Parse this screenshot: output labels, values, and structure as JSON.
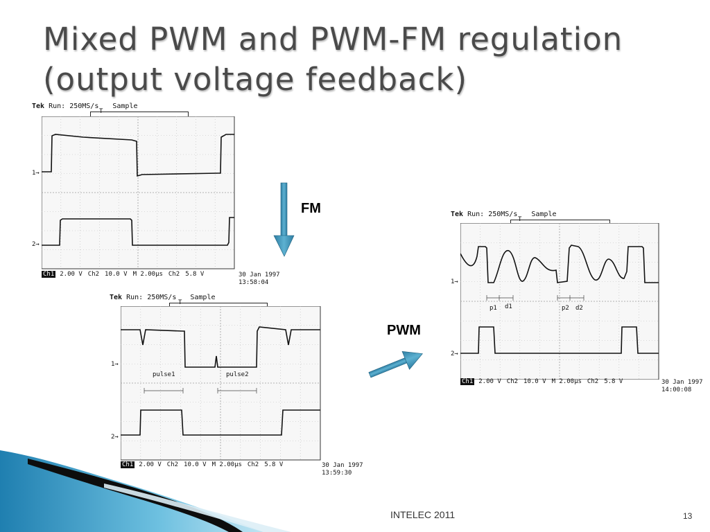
{
  "slide": {
    "title_line1": "Mixed PWM and PWM-FM regulation",
    "title_line2": "(output voltage feedback)",
    "fm_label": "FM",
    "pwm_label": "PWM",
    "footer_center": "INTELEC 2011",
    "page_number": "13"
  },
  "colors": {
    "title": "#4a4a4a",
    "arrow": "#3a8fb0",
    "deco_blue": "#2a8cb8"
  },
  "scopes": {
    "top_left": {
      "header_tek": "Tek",
      "header_run": "Run: 250MS/s",
      "header_mode": "Sample",
      "trigger_mark": "T",
      "ch1_marker": "1→",
      "ch2_marker": "2→",
      "ch1": "Ch1",
      "ch1_scale": "2.00 V",
      "ch2": "Ch2",
      "ch2_scale": "10.0 V",
      "timebase": "M 2.00µs",
      "trig_src": "Ch2",
      "trig_level": "5.8 V",
      "date": "30 Jan 1997",
      "time": "13:58:04"
    },
    "bottom_middle": {
      "header_tek": "Tek",
      "header_run": "Run: 250MS/s",
      "header_mode": "Sample",
      "trigger_mark": "T",
      "ch1_marker": "1→",
      "ch2_marker": "2→",
      "pulse1": "pulse1",
      "pulse2": "pulse2",
      "ch1": "Ch1",
      "ch1_scale": "2.00 V",
      "ch2": "Ch2",
      "ch2_scale": "10.0 V",
      "timebase": "M 2.00µs",
      "trig_src": "Ch2",
      "trig_level": "5.8 V",
      "date": "30 Jan 1997",
      "time": "13:59:30"
    },
    "right": {
      "header_tek": "Tek",
      "header_run": "Run: 250MS/s",
      "header_mode": "Sample",
      "trigger_mark": "T",
      "ch1_marker": "1→",
      "ch2_marker": "2→",
      "p1": "p1",
      "d1": "d1",
      "p2": "p2",
      "d2": "d2",
      "ch1": "Ch1",
      "ch1_scale": "2.00 V",
      "ch2": "Ch2",
      "ch2_scale": "10.0 V",
      "timebase": "M 2.00µs",
      "trig_src": "Ch2",
      "trig_level": "5.8 V",
      "date": "30 Jan 1997",
      "time": "14:00:08"
    }
  }
}
